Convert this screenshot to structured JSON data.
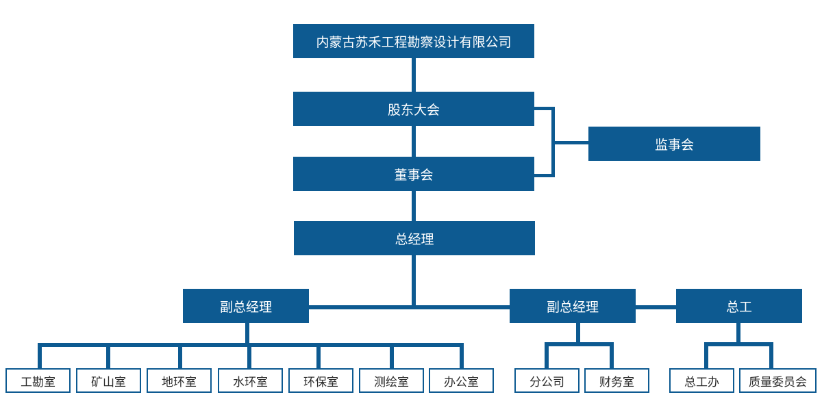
{
  "colors": {
    "primary": "#0d5a91",
    "outline_text": "#2b2b2b",
    "background": "#ffffff"
  },
  "org": {
    "company": "内蒙古苏禾工程勘察设计有限公司",
    "shareholders": "股东大会",
    "board": "董事会",
    "supervisors": "监事会",
    "gm": "总经理",
    "deputy_left": "副总经理",
    "deputy_right": "副总经理",
    "chief_engineer": "总工",
    "left_depts": [
      "工勘室",
      "矿山室",
      "地环室",
      "水环室",
      "环保室",
      "测绘室",
      "办公室"
    ],
    "right_depts": [
      "分公司",
      "财务室"
    ],
    "chief_depts": [
      "总工办",
      "质量委员会"
    ]
  }
}
